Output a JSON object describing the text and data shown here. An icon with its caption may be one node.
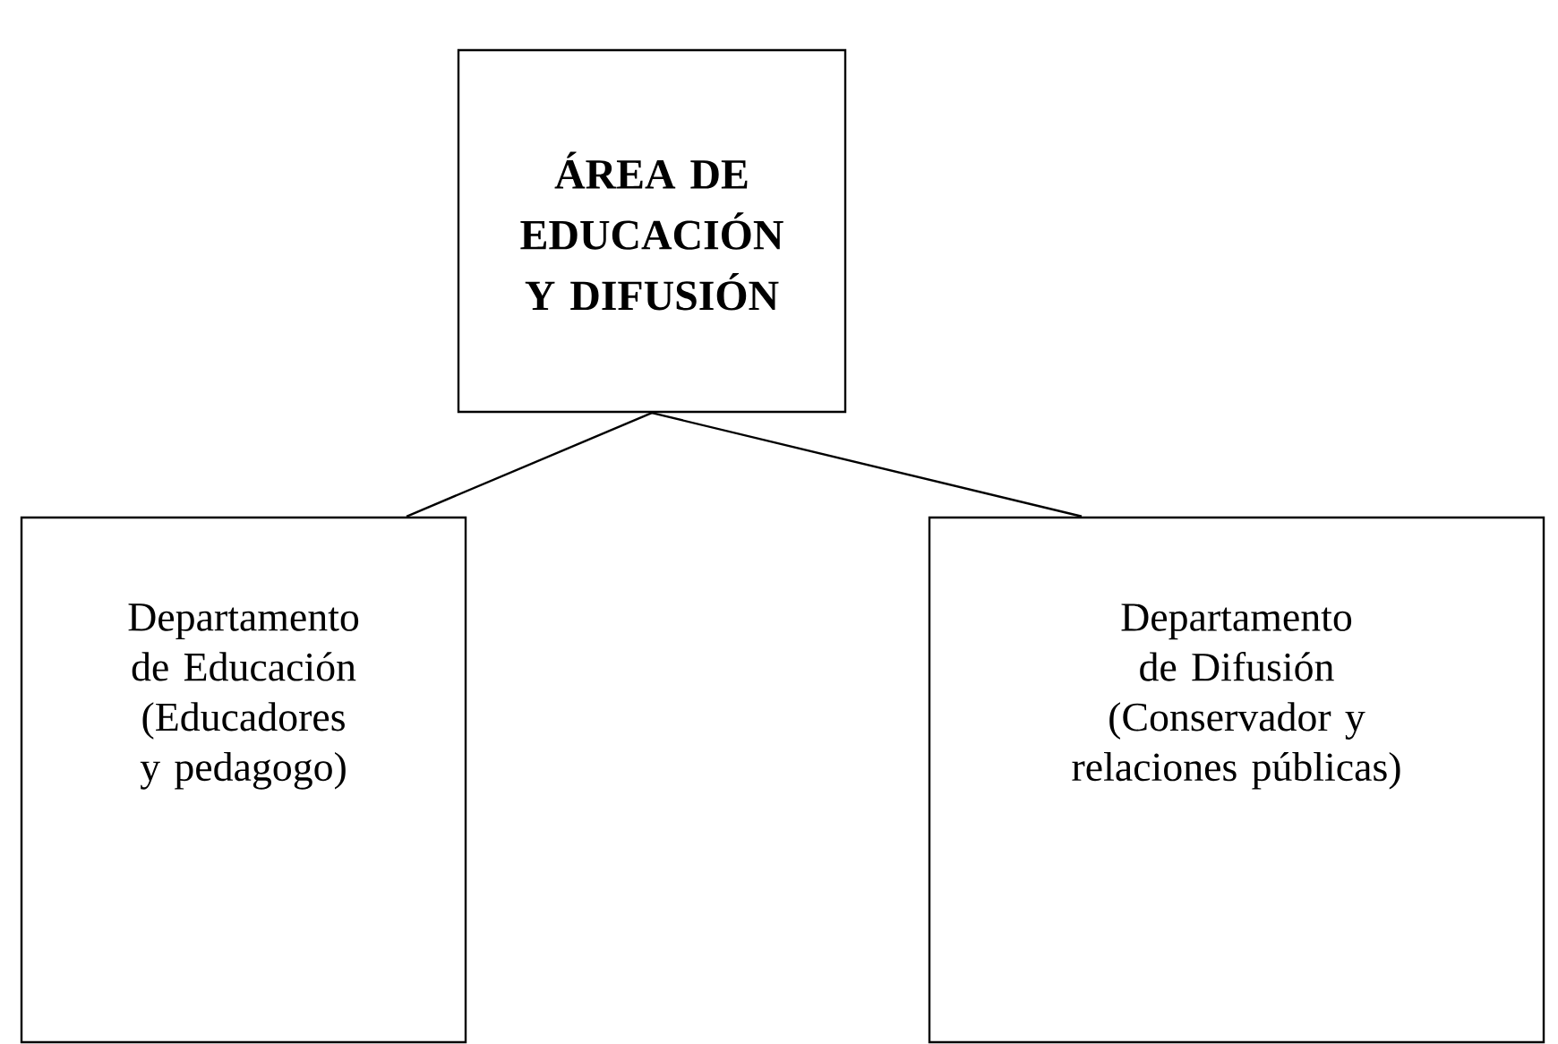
{
  "diagram": {
    "nodes": [
      {
        "text": [
          "ÁREA DE EDUCACIÓN Y DIFUSIÓN"
        ]
      },
      {
        "text": [
          "Departamento de Educación (Educadores y pedagogo)"
        ]
      },
      {
        "text": [
          "Departamento de Difusión (Conservador y relaciones públicas)"
        ]
      }
    ],
    "edges": [
      {
        "from": 0,
        "to": 1,
        "arrow": "none"
      },
      {
        "from": 0,
        "to": 2,
        "arrow": "none"
      }
    ]
  }
}
